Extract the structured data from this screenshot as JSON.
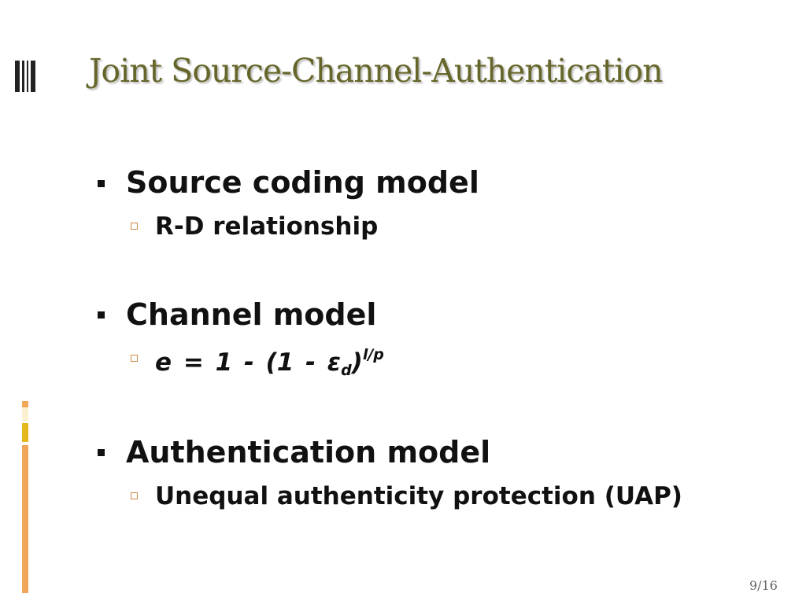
{
  "slide": {
    "title": "Joint Source-Channel-Authentication",
    "page_number": "9/16",
    "items": [
      {
        "label": "Source coding model",
        "sub": "R-D relationship"
      },
      {
        "label": "Channel model",
        "formula": {
          "lhs": "e = 1 - (1 - ε",
          "subscript": "d",
          "close": ")",
          "superscript": "l/p"
        }
      },
      {
        "label": "Authentication model",
        "sub": "Unequal authenticity protection (UAP)"
      }
    ]
  },
  "colors": {
    "title": "#66662a",
    "accent_orange": "#f2a65a",
    "accent_yellow": "#e6b820",
    "accent_light": "#fbf0d0",
    "bullet_outline": "#d08a4a"
  }
}
